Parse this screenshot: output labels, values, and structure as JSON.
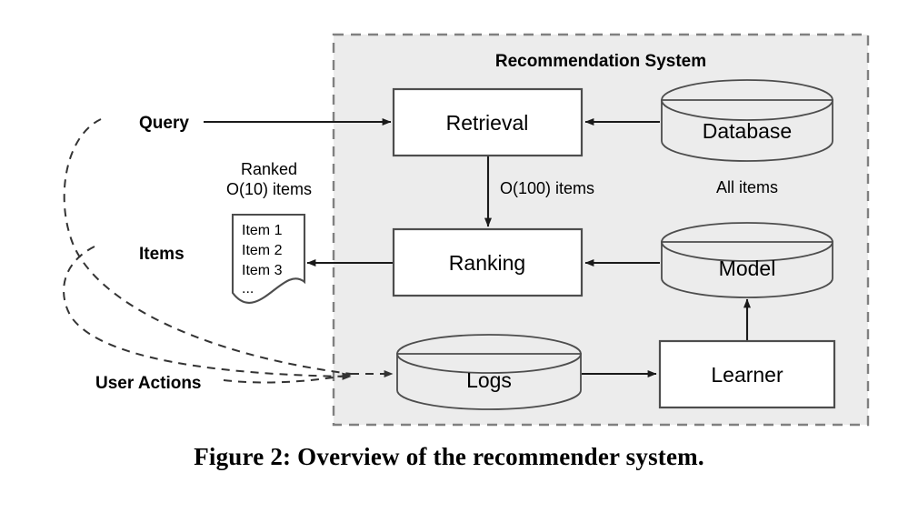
{
  "figure": {
    "caption": "Figure 2: Overview of the recommender system.",
    "panel_title": "Recommendation System",
    "panel_fill": "#ececec",
    "panel_border": "#808080",
    "shape_border": "#4d4d4d",
    "arrow_color": "#1a1a1a"
  },
  "nodes": {
    "retrieval": {
      "label": "Retrieval",
      "type": "process"
    },
    "ranking": {
      "label": "Ranking",
      "type": "process"
    },
    "learner": {
      "label": "Learner",
      "type": "process"
    },
    "database": {
      "label": "Database",
      "type": "cylinder",
      "sublabel": "All items"
    },
    "model": {
      "label": "Model",
      "type": "cylinder"
    },
    "logs": {
      "label": "Logs",
      "type": "cylinder"
    },
    "items_doc": {
      "type": "document",
      "caption_line1": "Ranked",
      "caption_line2": "O(10) items",
      "lines": [
        "Item 1",
        "Item 2",
        "Item 3",
        "..."
      ]
    }
  },
  "side_labels": {
    "query": "Query",
    "items": "Items",
    "user_actions": "User Actions"
  },
  "edge_labels": {
    "retrieval_to_ranking": "O(100) items",
    "database_sub": "All items"
  },
  "chart_data": {
    "type": "diagram",
    "title": "Overview of the recommender system",
    "nodes": [
      {
        "id": "query",
        "label": "Query",
        "kind": "input-label"
      },
      {
        "id": "items",
        "label": "Items",
        "kind": "output-label"
      },
      {
        "id": "user_actions",
        "label": "User Actions",
        "kind": "input-label"
      },
      {
        "id": "retrieval",
        "label": "Retrieval",
        "kind": "process"
      },
      {
        "id": "ranking",
        "label": "Ranking",
        "kind": "process"
      },
      {
        "id": "learner",
        "label": "Learner",
        "kind": "process"
      },
      {
        "id": "database",
        "label": "Database",
        "kind": "datastore"
      },
      {
        "id": "model",
        "label": "Model",
        "kind": "datastore"
      },
      {
        "id": "logs",
        "label": "Logs",
        "kind": "datastore"
      },
      {
        "id": "items_doc",
        "label": "Item 1 / Item 2 / Item 3 / ...",
        "kind": "document"
      }
    ],
    "edges": [
      {
        "from": "query",
        "to": "retrieval",
        "label": "",
        "style": "solid"
      },
      {
        "from": "database",
        "to": "retrieval",
        "label": "All items",
        "style": "solid"
      },
      {
        "from": "retrieval",
        "to": "ranking",
        "label": "O(100) items",
        "style": "solid"
      },
      {
        "from": "model",
        "to": "ranking",
        "label": "",
        "style": "solid"
      },
      {
        "from": "ranking",
        "to": "items_doc",
        "label": "Ranked O(10) items",
        "style": "solid"
      },
      {
        "from": "user_actions",
        "to": "logs",
        "label": "",
        "style": "dashed"
      },
      {
        "from": "query",
        "to": "logs",
        "label": "",
        "style": "dashed"
      },
      {
        "from": "items",
        "to": "logs",
        "label": "",
        "style": "dashed"
      },
      {
        "from": "logs",
        "to": "learner",
        "label": "",
        "style": "solid"
      },
      {
        "from": "learner",
        "to": "model",
        "label": "",
        "style": "solid"
      }
    ],
    "container": {
      "label": "Recommendation System",
      "contains": [
        "retrieval",
        "ranking",
        "learner",
        "database",
        "model",
        "logs"
      ]
    }
  }
}
